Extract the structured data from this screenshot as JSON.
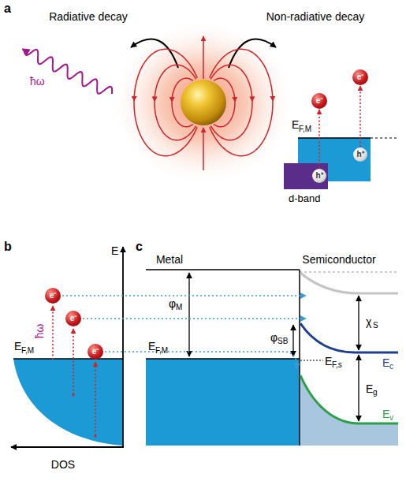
{
  "diagram": {
    "nodes": [
      {
        "text": [
          "e⁻"
        ]
      },
      {
        "text": [
          "h⁺"
        ]
      },
      {
        "text": [
          "e⁻"
        ]
      },
      {
        "text": [
          "h⁺"
        ]
      },
      {
        "text": [
          "e⁻"
        ]
      },
      {
        "text": [
          "e⁻"
        ]
      },
      {
        "text": [
          "e⁻"
        ]
      }
    ],
    "edges": [
      {
        "from": 1,
        "to": 0,
        "arrow": "to"
      },
      {
        "from": 3,
        "to": 2,
        "arrow": "to"
      }
    ],
    "labels": [
      "a",
      "Radiative decay",
      "Non-radiative decay",
      "ħω",
      "E",
      "F,M",
      "d-band",
      "b",
      "E",
      "ħω",
      "E",
      "F,M",
      "DOS",
      "c",
      "Metal",
      "Semiconductor",
      "φ",
      "M",
      "E",
      "F,M",
      "φ",
      "SB",
      "χ",
      "S",
      "E",
      "c",
      "E",
      "F,s",
      "E",
      "g",
      "E",
      "v"
    ]
  }
}
